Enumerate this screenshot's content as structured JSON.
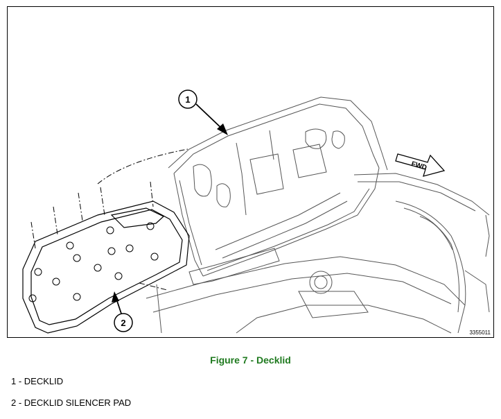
{
  "figure": {
    "caption": "Figure 7 - Decklid",
    "image_id": "3355011",
    "fwd_label": "FWD",
    "callouts": [
      "1",
      "2"
    ]
  },
  "legend": [
    {
      "text": "1 - DECKLID"
    },
    {
      "text": "2 - DECKLID SILENCER PAD"
    }
  ],
  "colors": {
    "caption": "#1f7a1f",
    "line": "#000000",
    "body_line": "#555555"
  }
}
